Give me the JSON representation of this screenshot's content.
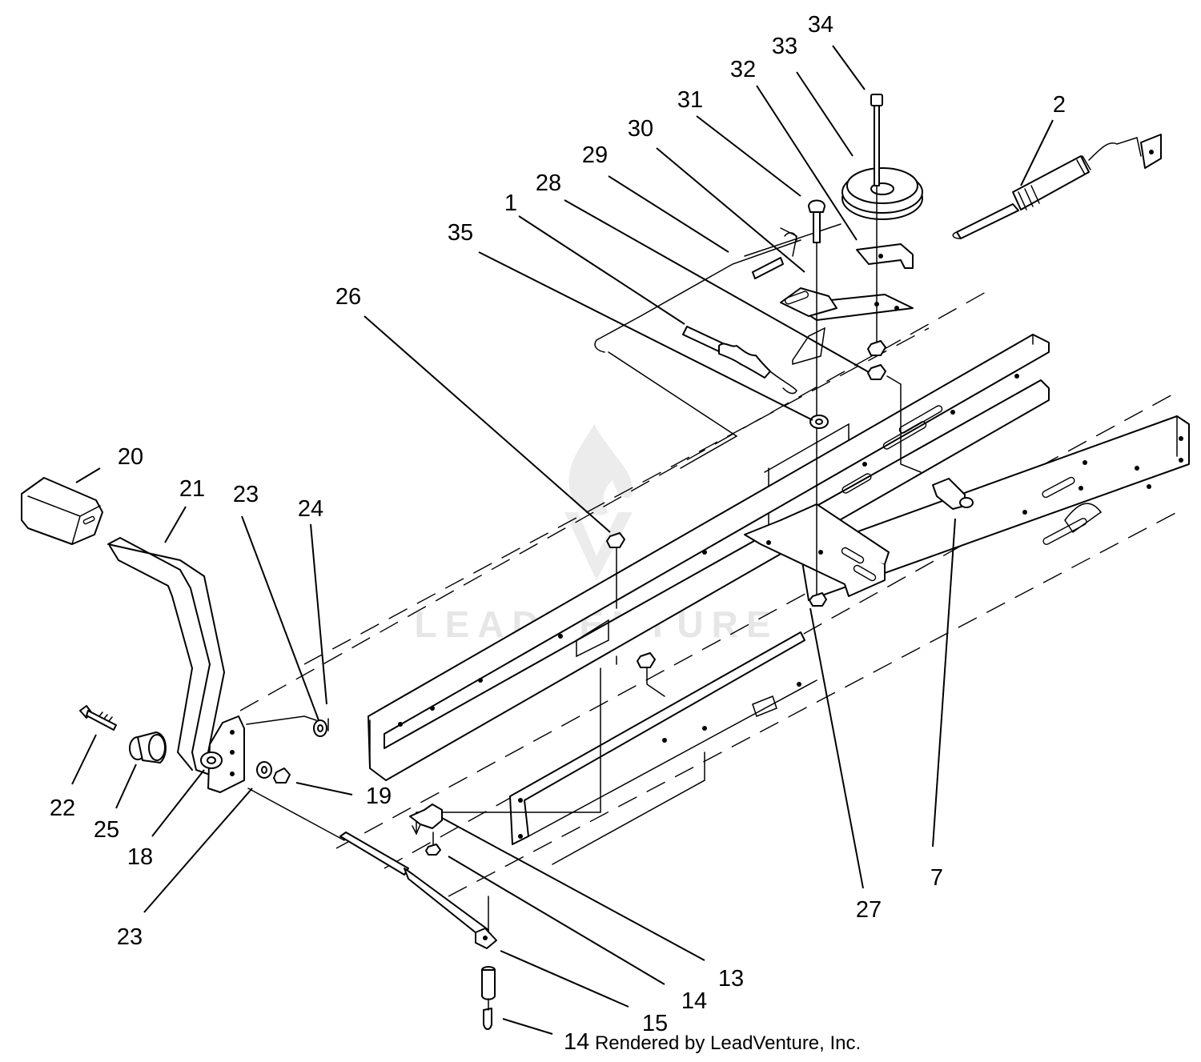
{
  "callouts": [
    {
      "id": "label-34",
      "text": "34"
    },
    {
      "id": "label-33",
      "text": "33"
    },
    {
      "id": "label-32",
      "text": "32"
    },
    {
      "id": "label-31",
      "text": "31"
    },
    {
      "id": "label-30",
      "text": "30"
    },
    {
      "id": "label-29",
      "text": "29"
    },
    {
      "id": "label-28",
      "text": "28"
    },
    {
      "id": "label-1",
      "text": "1"
    },
    {
      "id": "label-2",
      "text": "2"
    },
    {
      "id": "label-35",
      "text": "35"
    },
    {
      "id": "label-26",
      "text": "26"
    },
    {
      "id": "label-20",
      "text": "20"
    },
    {
      "id": "label-21",
      "text": "21"
    },
    {
      "id": "label-23a",
      "text": "23"
    },
    {
      "id": "label-24",
      "text": "24"
    },
    {
      "id": "label-22",
      "text": "22"
    },
    {
      "id": "label-25",
      "text": "25"
    },
    {
      "id": "label-18",
      "text": "18"
    },
    {
      "id": "label-19",
      "text": "19"
    },
    {
      "id": "label-23b",
      "text": "23"
    },
    {
      "id": "label-13",
      "text": "13"
    },
    {
      "id": "label-14a",
      "text": "14"
    },
    {
      "id": "label-15",
      "text": "15"
    },
    {
      "id": "label-27",
      "text": "27"
    },
    {
      "id": "label-7",
      "text": "7"
    }
  ],
  "footer": {
    "number": "14",
    "credit": "Rendered by LeadVenture, Inc."
  },
  "watermark": {
    "text": "LEADVENTURE"
  }
}
